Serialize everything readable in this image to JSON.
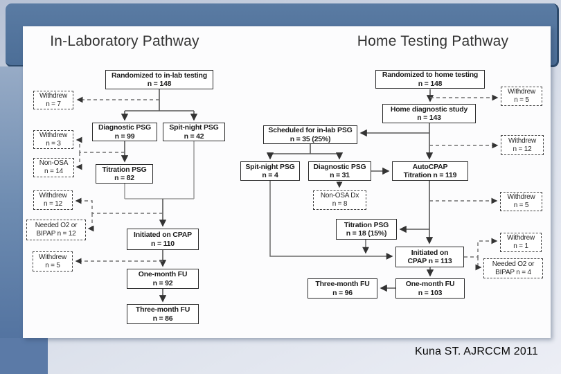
{
  "slide": {
    "citation": "Kuna ST. AJRCCM 2011",
    "colors": {
      "accent_band": "#4c6e97",
      "left_bar": "#6e8cb1",
      "corner_square": "#5b7aa7",
      "panel": "#fcfcfd",
      "box_border": "#2a2a2a",
      "dashed_border": "#3e3e3e"
    }
  },
  "left_pathway": {
    "title": "In-Laboratory Pathway",
    "nodes": {
      "randomized": {
        "line1": "Randomized to in-lab testing",
        "line2": "n = 148"
      },
      "withdrew7": {
        "line1": "Withdrew",
        "line2": "n = 7"
      },
      "diagnostic_psg": {
        "line1": "Diagnostic PSG",
        "line2": "n = 99"
      },
      "spit_night_psg": {
        "line1": "Spit-night PSG",
        "line2": "n = 42"
      },
      "withdrew3": {
        "line1": "Withdrew",
        "line2": "n = 3"
      },
      "non_osa": {
        "line1": "Non-OSA",
        "line2": "n = 14"
      },
      "titration_psg": {
        "line1": "Titration PSG",
        "line2": "n = 82"
      },
      "withdrew12": {
        "line1": "Withdrew",
        "line2": "n = 12"
      },
      "needed_o2": {
        "line1": "Needed O2 or",
        "line2": "BIPAP  n = 12"
      },
      "initiated_cpap": {
        "line1": "Initiated on CPAP",
        "line2": "n = 110"
      },
      "withdrew5": {
        "line1": "Withdrew",
        "line2": "n = 5"
      },
      "one_month_fu": {
        "line1": "One-month FU",
        "line2": "n = 92"
      },
      "three_month_fu": {
        "line1": "Three-month FU",
        "line2": "n = 86"
      }
    }
  },
  "right_pathway": {
    "title": "Home Testing Pathway",
    "nodes": {
      "randomized": {
        "line1": "Randomized to home testing",
        "line2": "n = 148"
      },
      "withdrew5a": {
        "line1": "Withdrew",
        "line2": "n = 5"
      },
      "home_diagnostic": {
        "line1": "Home diagnostic study",
        "line2": "n = 143"
      },
      "scheduled_inlab": {
        "line1": "Scheduled for in-lab PSG",
        "line2": "n = 35 (25%)"
      },
      "withdrew12": {
        "line1": "Withdrew",
        "line2": "n = 12"
      },
      "spit_night_psg": {
        "line1": "Spit-night PSG",
        "line2": "n = 4"
      },
      "diagnostic_psg": {
        "line1": "Diagnostic PSG",
        "line2": "n = 31"
      },
      "autocpap": {
        "line1": "AutoCPAP",
        "line2": "Titration n = 119"
      },
      "non_osa_dx": {
        "line1": "Non-OSA Dx",
        "line2": "n = 8"
      },
      "withdrew5b": {
        "line1": "Withdrew",
        "line2": "n = 5"
      },
      "titration_psg": {
        "line1": "Titration PSG",
        "line2": "n = 18 (15%)"
      },
      "withdrew1": {
        "line1": "Withdrew",
        "line2": "n = 1"
      },
      "initiated_cpap": {
        "line1": "Initiated on",
        "line2": "CPAP   n = 113"
      },
      "needed_o2": {
        "line1": "Needed O2 or",
        "line2": "BIPAP  n = 4"
      },
      "three_month_fu": {
        "line1": "Three-month FU",
        "line2": "n = 96"
      },
      "one_month_fu": {
        "line1": "One-month FU",
        "line2": "n = 103"
      }
    }
  }
}
